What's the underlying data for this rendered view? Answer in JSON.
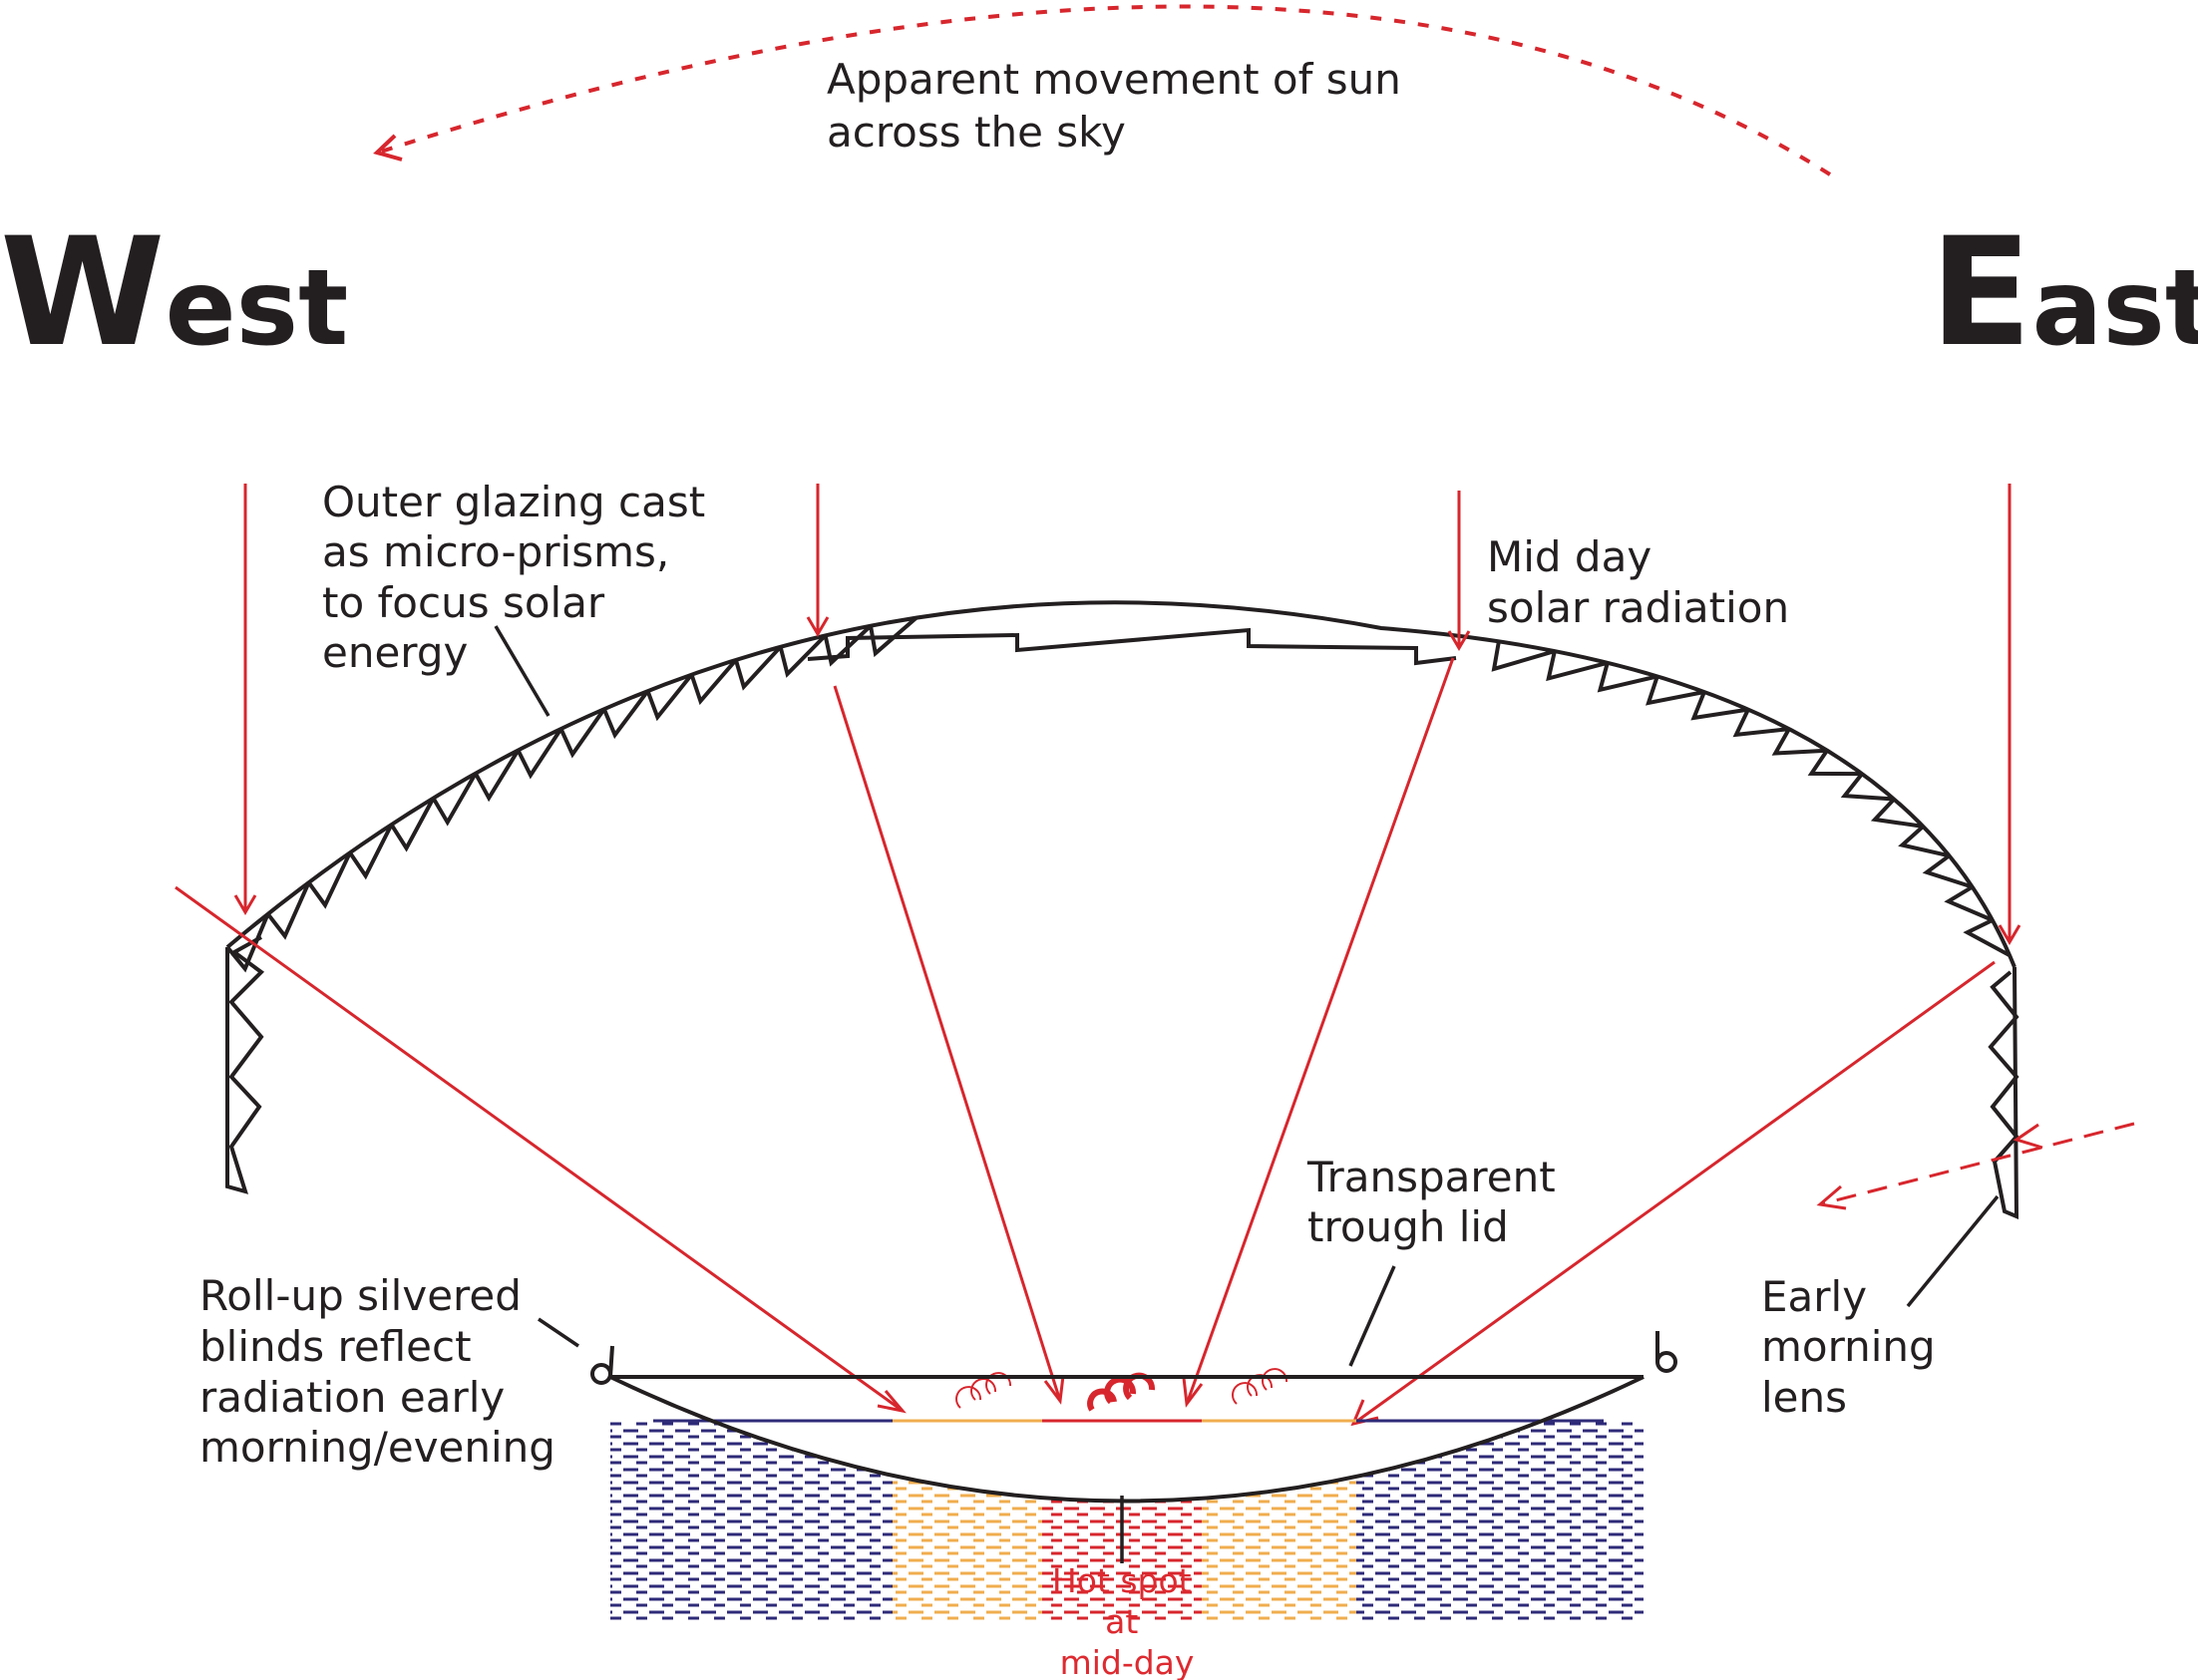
{
  "title": {
    "line1": "Apparent movement of sun",
    "line2": "across the sky"
  },
  "directions": {
    "west_initial": "W",
    "west_rest": "est",
    "east_initial": "E",
    "east_rest": "ast"
  },
  "labels": {
    "outer_glazing": [
      "Outer glazing cast",
      "as micro-prisms,",
      "to focus solar",
      "energy"
    ],
    "mid_day": [
      "Mid day",
      "solar radiation"
    ],
    "trough_lid": [
      "Transparent",
      "trough lid"
    ],
    "blinds": [
      "Roll-up silvered",
      "blinds reflect",
      "radiation early",
      "morning/evening"
    ],
    "early_morning": [
      "Early",
      "morning",
      "lens"
    ],
    "hot_spot": [
      "Hot spot",
      "at",
      "mid-day"
    ]
  },
  "colors": {
    "outline": "#231f20",
    "radiation": "#d7262d",
    "cool_zone": "#2e2a78",
    "warm_zone": "#f0ad4e",
    "hot_zone": "#d7262d"
  },
  "zones": [
    "cool",
    "warm",
    "hot",
    "warm",
    "cool"
  ]
}
